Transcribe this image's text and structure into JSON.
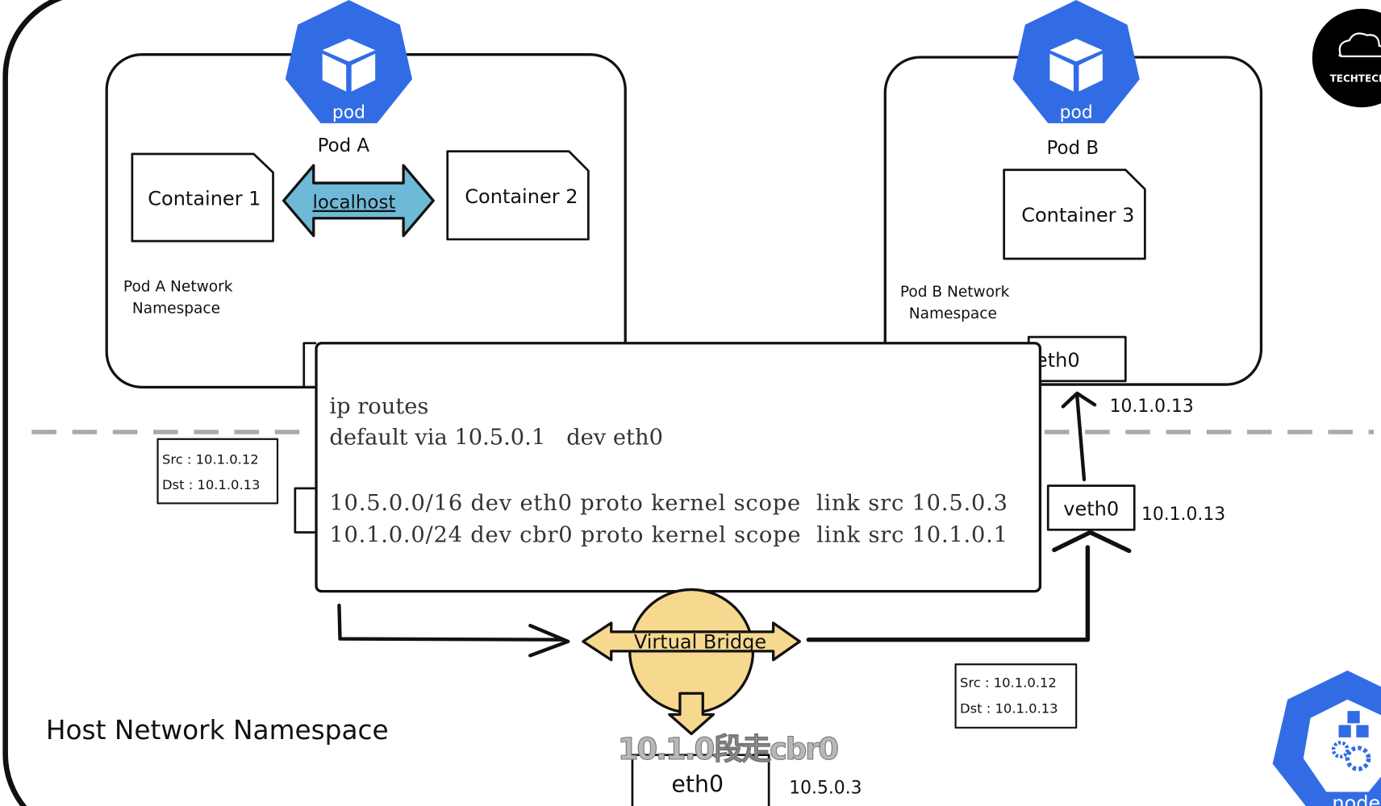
{
  "pods": [
    {
      "icon_label": "pod",
      "name": "Pod A",
      "namespace_line1": "Pod A Network",
      "namespace_line2": "Namespace",
      "containers": [
        "Container 1",
        "Container 2"
      ],
      "link_label": "localhost"
    },
    {
      "icon_label": "pod",
      "name": "Pod B",
      "namespace_line1": "Pod B Network",
      "namespace_line2": "Namespace",
      "containers": [
        "Container 3"
      ],
      "interface": "eth0",
      "interface_ip": "10.1.0.13"
    }
  ],
  "routes": {
    "title": "ip routes",
    "default": "default via 10.5.0.1   dev eth0",
    "lines": [
      "10.5.0.0/16 dev eth0 proto kernel scope  link src 10.5.0.3",
      "10.1.0.0/24 dev cbr0 proto kernel scope  link src 10.1.0.1"
    ]
  },
  "packets": [
    {
      "src": "Src : 10.1.0.12",
      "dst": "Dst : 10.1.0.13"
    },
    {
      "src": "Src : 10.1.0.12",
      "dst": "Dst : 10.1.0.13"
    }
  ],
  "veth": {
    "label": "veth0",
    "ip": "10.1.0.13"
  },
  "bridge": {
    "label": "Virtual Bridge"
  },
  "host": {
    "label": "Host Network Namespace",
    "interface": "eth0",
    "interface_ip": "10.5.0.3"
  },
  "subtitle": "10.1.0段走cbr0",
  "logos": {
    "channel": "TECHTECHDO",
    "node_label": "node"
  },
  "colors": {
    "k8s_blue": "#326ce5",
    "localhost_arrow": "#6fb9d8",
    "bridge": "#f6d98f"
  }
}
